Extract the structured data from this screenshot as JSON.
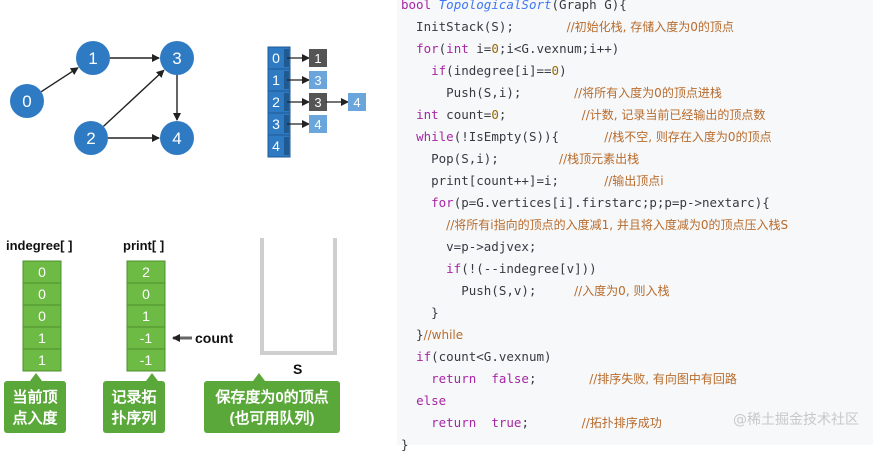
{
  "graph": {
    "nodes": [
      "0",
      "1",
      "3",
      "2",
      "4"
    ],
    "edges": [
      [
        "0",
        "1"
      ],
      [
        "1",
        "3"
      ],
      [
        "2",
        "3"
      ],
      [
        "2",
        "4"
      ],
      [
        "3",
        "4"
      ]
    ],
    "node_color": "#2e7bc4"
  },
  "adjacency": {
    "vertices": [
      "0",
      "1",
      "2",
      "3",
      "4"
    ],
    "rows": [
      {
        "vertex": "0",
        "neighbors": [
          "1"
        ]
      },
      {
        "vertex": "1",
        "neighbors": [
          "3"
        ]
      },
      {
        "vertex": "2",
        "neighbors": [
          "3",
          "4"
        ]
      },
      {
        "vertex": "3",
        "neighbors": [
          "4"
        ]
      },
      {
        "vertex": "4",
        "neighbors": []
      }
    ],
    "colors": {
      "vertex": "#2e7bc4",
      "neighbor_dark": "#555555",
      "neighbor_light": "#6aa6dc"
    }
  },
  "indegree": {
    "header": "indegree[ ]",
    "values": [
      "0",
      "0",
      "0",
      "1",
      "1"
    ],
    "caption": [
      "当前顶",
      "点入度"
    ]
  },
  "print": {
    "header": "print[ ]",
    "values": [
      "2",
      "0",
      "1",
      "-1",
      "-1"
    ],
    "caption": [
      "记录拓",
      "扑序列"
    ],
    "pointer_label": "count"
  },
  "stack": {
    "label": "S",
    "caption": [
      "保存度为0的顶点",
      "(也可用队列)"
    ]
  },
  "colors": {
    "cell_green": "#6dbb44",
    "cell_border": "#4e8f2e",
    "caption_bg": "#5aa83a"
  },
  "code": [
    [
      [
        "kw",
        "bool "
      ],
      [
        "fn",
        "TopologicalSort"
      ],
      [
        "t",
        "(Graph G){"
      ]
    ],
    [
      [
        "t",
        "  InitStack(S);       "
      ],
      [
        "cm",
        "//初始化栈, 存储入度为0的顶点"
      ]
    ],
    [
      [
        "t",
        "  "
      ],
      [
        "kw",
        "for"
      ],
      [
        "t",
        "("
      ],
      [
        "kw",
        "int"
      ],
      [
        "t",
        " i="
      ],
      [
        "num",
        "0"
      ],
      [
        "t",
        ";i<G.vexnum;i++)"
      ]
    ],
    [
      [
        "t",
        "    "
      ],
      [
        "kw",
        "if"
      ],
      [
        "t",
        "(indegree[i]=="
      ],
      [
        "num",
        "0"
      ],
      [
        "t",
        ")"
      ]
    ],
    [
      [
        "t",
        "      Push(S,i);       "
      ],
      [
        "cm",
        "//将所有入度为0的顶点进栈"
      ]
    ],
    [
      [
        "t",
        "  "
      ],
      [
        "kw",
        "int"
      ],
      [
        "t",
        " count="
      ],
      [
        "num",
        "0"
      ],
      [
        "t",
        ";          "
      ],
      [
        "cm",
        "//计数, 记录当前已经输出的顶点数"
      ]
    ],
    [
      [
        "t",
        "  "
      ],
      [
        "kw",
        "while"
      ],
      [
        "t",
        "(!IsEmpty(S)){      "
      ],
      [
        "cm",
        "//栈不空, 则存在入度为0的顶点"
      ]
    ],
    [
      [
        "t",
        "    Pop(S,i);        "
      ],
      [
        "cm",
        "//栈顶元素出栈"
      ]
    ],
    [
      [
        "t",
        "    print[count++]=i;      "
      ],
      [
        "cm",
        "//输出顶点i"
      ]
    ],
    [
      [
        "t",
        "    "
      ],
      [
        "kw",
        "for"
      ],
      [
        "t",
        "(p=G.vertices[i].firstarc;p;p=p->nextarc){"
      ]
    ],
    [
      [
        "t",
        "      "
      ],
      [
        "cm",
        "//将所有i指向的顶点的入度减1, 并且将入度减为0的顶点压入栈S"
      ]
    ],
    [
      [
        "t",
        "      v=p->adjvex;"
      ]
    ],
    [
      [
        "t",
        "      "
      ],
      [
        "kw",
        "if"
      ],
      [
        "t",
        "(!(--indegree[v]))"
      ]
    ],
    [
      [
        "t",
        "        Push(S,v);     "
      ],
      [
        "cm",
        "//入度为0, 则入栈"
      ]
    ],
    [
      [
        "t",
        "    }"
      ]
    ],
    [
      [
        "t",
        "  }"
      ],
      [
        "cm",
        "//while"
      ]
    ],
    [
      [
        "t",
        "  "
      ],
      [
        "kw",
        "if"
      ],
      [
        "t",
        "(count<G.vexnum)"
      ]
    ],
    [
      [
        "t",
        "    "
      ],
      [
        "kw",
        "return"
      ],
      [
        "t",
        "  "
      ],
      [
        "kw",
        "false"
      ],
      [
        "t",
        ";       "
      ],
      [
        "cm",
        "//排序失败, 有向图中有回路"
      ]
    ],
    [
      [
        "t",
        "  "
      ],
      [
        "kw",
        "else"
      ]
    ],
    [
      [
        "t",
        "    "
      ],
      [
        "kw",
        "return"
      ],
      [
        "t",
        "  "
      ],
      [
        "kw",
        "true"
      ],
      [
        "t",
        ";       "
      ],
      [
        "cm",
        "//拓扑排序成功"
      ]
    ],
    [
      [
        "t",
        "}"
      ]
    ]
  ],
  "watermark": "@稀土掘金技术社区"
}
